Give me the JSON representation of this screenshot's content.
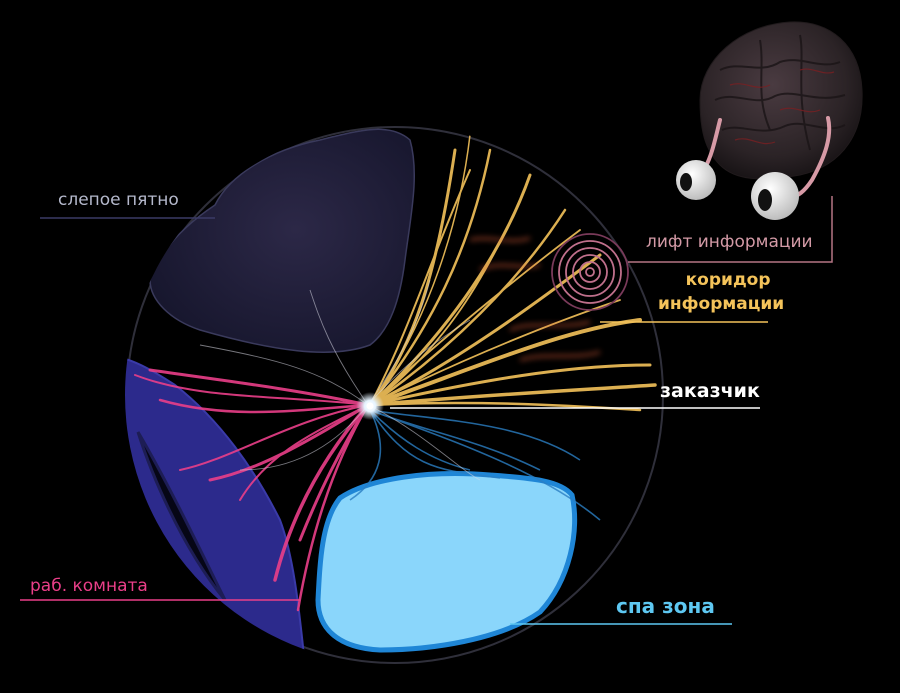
{
  "labels": {
    "blind_spot": "слепое пятно",
    "info_lift": "лифт информации",
    "info_corridor_line1": "коридор",
    "info_corridor_line2": "информации",
    "client": "заказчик",
    "work_room": "раб. комната",
    "spa_zone": "спа зона"
  },
  "colors": {
    "background": "#000000",
    "blind_spot": "#2a2646",
    "info_lift": "#d39aa6",
    "info_corridor": "#f4c35a",
    "client": "#ffffff",
    "work_room": "#ea3f89",
    "work_room_panel": "#2c2a8c",
    "spa_zone": "#8ad6fb",
    "spa_outline": "#1f86d6"
  },
  "icons": [
    "brain-icon",
    "eyeball-icon",
    "spiral-icon"
  ]
}
